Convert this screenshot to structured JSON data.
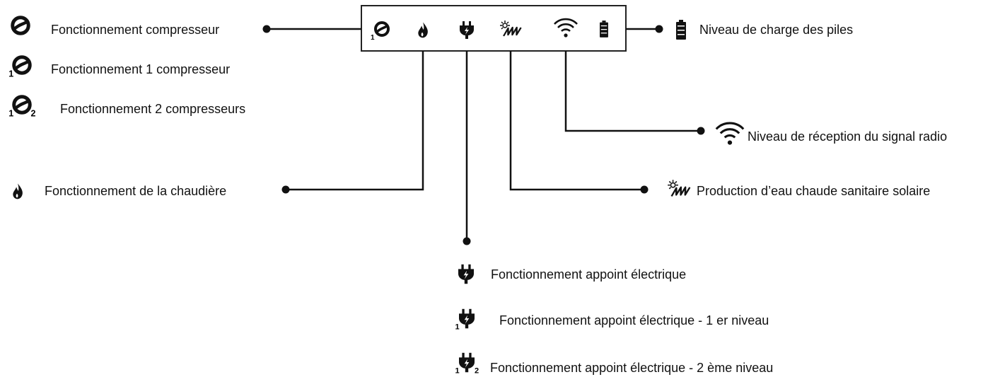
{
  "display": {
    "icons": [
      "compressor-1-icon",
      "flame-icon",
      "plug-icon",
      "solar-coil-icon",
      "wifi-icon",
      "battery-icon"
    ],
    "line_color": "#111111"
  },
  "legend": {
    "compresseur": "Fonctionnement compresseur",
    "compresseur_1": "Fonctionnement 1 compresseur",
    "compresseur_2": "Fonctionnement 2 compresseurs",
    "chaudiere": "Fonctionnement de la chaudière",
    "piles": "Niveau de charge des piles",
    "radio": "Niveau de réception du signal radio",
    "solaire": "Production d’eau chaude sanitaire solaire",
    "appoint": "Fonctionnement appoint électrique",
    "appoint_1": "Fonctionnement appoint électrique - 1 er niveau",
    "appoint_2": "Fonctionnement appoint électrique - 2 ème niveau",
    "index_1": "1",
    "index_2": "2"
  }
}
